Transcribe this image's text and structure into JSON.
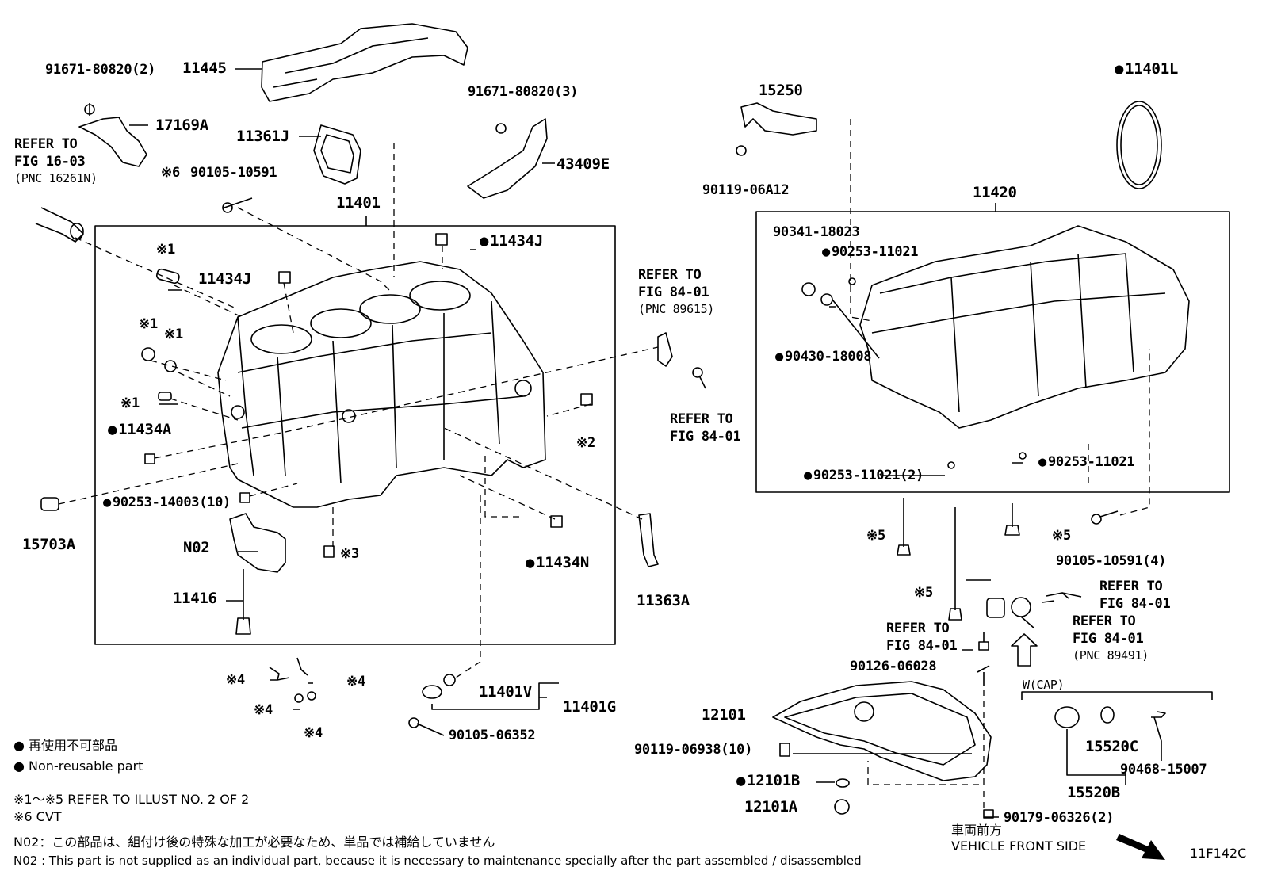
{
  "diagram_id": "11F142C",
  "part_labels": {
    "p_91671_2": "91671-80820(2)",
    "p_11445": "11445",
    "p_17169a": "17169A",
    "p_11361j": "11361J",
    "p_91671_3": "91671-80820(3)",
    "p_43409e": "43409E",
    "p_x6": "※6",
    "p_90105_10591": "90105-10591",
    "p_11401": "11401",
    "p_11434j_top": "11434J",
    "p_11434j_left": "11434J",
    "p_x1_a": "※1",
    "p_x1_b": "※1",
    "p_x1_c": "※1",
    "p_x1_d": "※1",
    "p_11434a": "11434A",
    "p_x2": "※2",
    "p_90253_14003": "90253-14003(10)",
    "p_15703a": "15703A",
    "p_n02": "N02",
    "p_x3": "※3",
    "p_11434n": "11434N",
    "p_11416": "11416",
    "p_11363a": "11363A",
    "p_x4_a": "※4",
    "p_x4_b": "※4",
    "p_x4_c": "※4",
    "p_x4_d": "※4",
    "p_11401v": "11401V",
    "p_11401g": "11401G",
    "p_90105_06352": "90105-06352",
    "p_15250": "15250",
    "p_90119_06a12": "90119-06A12",
    "p_11401l": "11401L",
    "p_11420": "11420",
    "p_90341": "90341-18023",
    "p_90253_11021_a": "90253-11021",
    "p_90430": "90430-18008",
    "p_90253_11021_2": "90253-11021(2)",
    "p_90253_11021_b": "90253-11021",
    "p_x5_a": "※5",
    "p_x5_b": "※5",
    "p_x5_c": "※5",
    "p_90105_10591_4": "90105-10591(4)",
    "p_90126": "90126-06028",
    "p_12101": "12101",
    "p_90119_06938": "90119-06938(10)",
    "p_12101b": "12101B",
    "p_12101a": "12101A",
    "p_90179": "90179-06326(2)",
    "p_wcap": "W(CAP)",
    "p_15520c": "15520C",
    "p_90468": "90468-15007",
    "p_15520b": "15520B"
  },
  "refer_labels": {
    "r_16_03": [
      "REFER TO",
      "FIG 16-03",
      "(PNC 16261N)"
    ],
    "r_84_01_89615": [
      "REFER TO",
      "FIG 84-01",
      "(PNC 89615)"
    ],
    "r_84_01_a": [
      "REFER TO",
      "FIG 84-01"
    ],
    "r_84_01_b": [
      "REFER TO",
      "FIG 84-01"
    ],
    "r_84_01_c": [
      "REFER TO",
      "FIG 84-01"
    ],
    "r_84_01_89491": [
      "REFER TO",
      "FIG 84-01",
      "(PNC 89491)"
    ]
  },
  "legend": {
    "jp_nonreuse": "● 再使用不可部品",
    "en_nonreuse": "● Non-reusable part",
    "ref_range": "※1～※5  REFER TO ILLUST NO. 2 OF 2",
    "cvt": "※6  CVT",
    "n02_jp": "N02：この部品は、組付け後の特殊な加工が必要なため、単品では補給していません",
    "n02_en": "N02 : This part is not supplied as an individual part, because it is necessary to maintenance specially after the part assembled / disassembled"
  },
  "vehicle_front": {
    "jp": "車両前方",
    "en": "VEHICLE FRONT SIDE"
  },
  "non_reusable_marked": [
    "p_11434j_top",
    "p_11434a",
    "p_90253_14003",
    "p_11434n",
    "p_11401l",
    "p_90253_11021_a",
    "p_90430",
    "p_90253_11021_2",
    "p_90253_11021_b",
    "p_12101b"
  ]
}
